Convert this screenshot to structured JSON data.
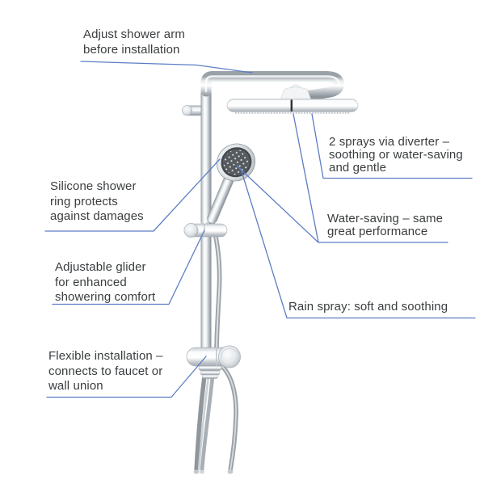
{
  "page": {
    "background": "#ffffff"
  },
  "colors": {
    "leader_line": "#5d7dc4",
    "text": "#3a3d3f",
    "chrome_light": "#ffffff",
    "chrome_dark": "#8d949a",
    "hand_shower_face": "#4b5054"
  },
  "annotations": {
    "adjust_arm": "Adjust shower arm\nbefore installation",
    "two_sprays": "2 sprays via diverter –\nsoothing or water-saving\nand gentle",
    "silicone_ring": "Silicone shower\nring protects\nagainst damages",
    "water_saving": "Water-saving – same\ngreat performance",
    "adjustable_glider": "Adjustable glider\nfor enhanced\nshowering comfort",
    "rain_spray": "Rain spray: soft and soothing",
    "flexible_installation": "Flexible installation –\nconnects to faucet or\nwall union"
  }
}
